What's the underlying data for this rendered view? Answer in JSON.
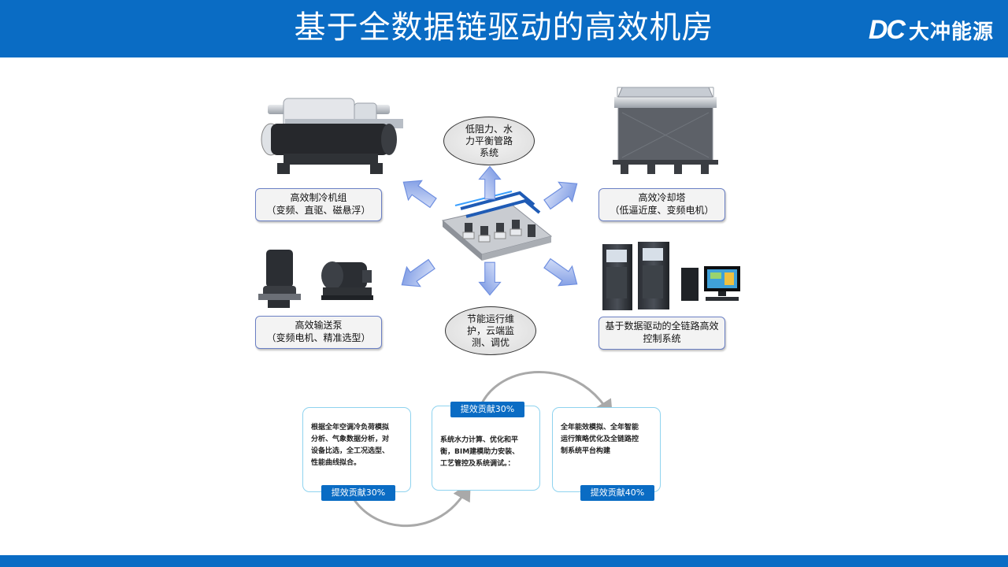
{
  "header": {
    "title": "基于全数据链驱动的高效机房",
    "logo_mark": "DC",
    "logo_text": "大冲能源"
  },
  "diagram": {
    "chiller": {
      "lines": [
        "高效制冷机组",
        "（变频、直驱、磁悬浮）"
      ]
    },
    "cooling_tower": {
      "lines": [
        "高效冷却塔",
        "（低逼近度、变频电机）"
      ]
    },
    "pump": {
      "lines": [
        "高效输送泵",
        "（变频电机、精准选型）"
      ]
    },
    "control": {
      "lines": [
        "基于数据驱动的全链路高效",
        "控制系统"
      ]
    },
    "pipe_bubble": {
      "lines": [
        "低阻力、水",
        "力平衡管路",
        "系统"
      ]
    },
    "ops_bubble": {
      "lines": [
        "节能运行维",
        "护，云端监",
        "测、调优"
      ]
    }
  },
  "flow": {
    "card1": {
      "lines": [
        "根据全年空调冷负荷模拟",
        "分析、气象数据分析，对",
        "设备比选，全工况选型、",
        "性能曲线拟合。"
      ],
      "tag": "提效贡献30%"
    },
    "card2": {
      "lines": [
        "系统水力计算、优化和平",
        "衡，BIM建模助力安装、",
        "工艺管控及系统调试。："
      ],
      "tag": "提效贡献30%"
    },
    "card3": {
      "lines": [
        "全年能效模拟、全年智能",
        "运行策略优化及全链路控",
        "制系统平台构建"
      ],
      "tag": "提效贡献40%"
    }
  },
  "colors": {
    "brand": "#0a6cc4",
    "caption_border": "#6a7fc4",
    "card_border": "#8fd3ef",
    "arrow": "#6f8fe0"
  }
}
